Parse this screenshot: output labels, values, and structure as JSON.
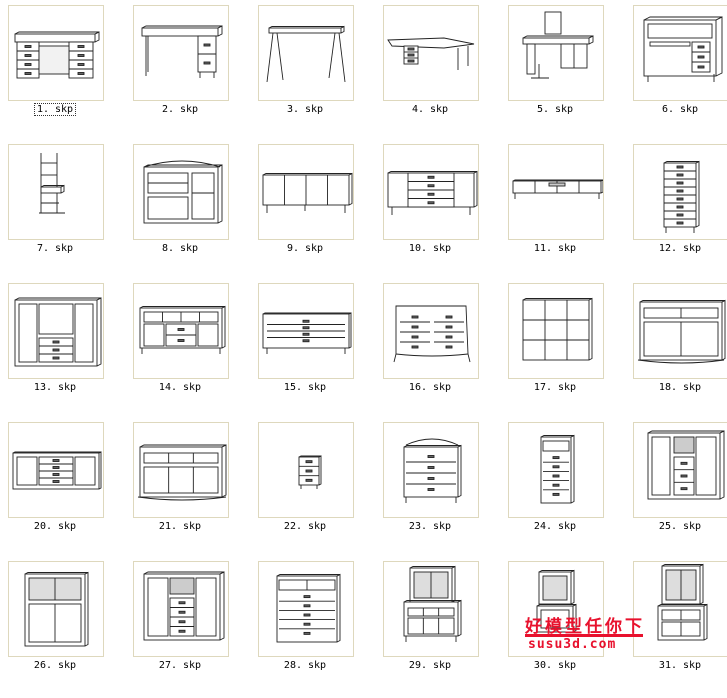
{
  "files": [
    {
      "label": "1. skp",
      "kind": "desk-drawers",
      "selected": true
    },
    {
      "label": "2. skp",
      "kind": "desk-cabinet"
    },
    {
      "label": "3. skp",
      "kind": "table-angled"
    },
    {
      "label": "4. skp",
      "kind": "corner-desk"
    },
    {
      "label": "5. skp",
      "kind": "computer-desk"
    },
    {
      "label": "6. skp",
      "kind": "workstation"
    },
    {
      "label": "7. skp",
      "kind": "tall-stand"
    },
    {
      "label": "8. skp",
      "kind": "hutch-open"
    },
    {
      "label": "9. skp",
      "kind": "sideboard-long"
    },
    {
      "label": "10. skp",
      "kind": "sideboard-drawers"
    },
    {
      "label": "11. skp",
      "kind": "tv-bench"
    },
    {
      "label": "12. skp",
      "kind": "tall-chest"
    },
    {
      "label": "13. skp",
      "kind": "media-cabinet"
    },
    {
      "label": "14. skp",
      "kind": "buffet"
    },
    {
      "label": "15. skp",
      "kind": "low-cabinet"
    },
    {
      "label": "16. skp",
      "kind": "dresser"
    },
    {
      "label": "17. skp",
      "kind": "cube-shelf"
    },
    {
      "label": "18. skp",
      "kind": "cabinet-doors"
    },
    {
      "label": "20. skp",
      "kind": "sideboard-center"
    },
    {
      "label": "21. skp",
      "kind": "buffet-wide"
    },
    {
      "label": "22. skp",
      "kind": "small-chest"
    },
    {
      "label": "23. skp",
      "kind": "chest-crown"
    },
    {
      "label": "24. skp",
      "kind": "tall-narrow"
    },
    {
      "label": "25. skp",
      "kind": "wardrobe-open"
    },
    {
      "label": "26. skp",
      "kind": "glass-cabinet"
    },
    {
      "label": "27. skp",
      "kind": "armoire"
    },
    {
      "label": "28. skp",
      "kind": "chest-wide"
    },
    {
      "label": "29. skp",
      "kind": "china-hutch"
    },
    {
      "label": "30. skp",
      "kind": "display-hutch"
    },
    {
      "label": "31. skp",
      "kind": "hutch-tall"
    }
  ],
  "watermark": {
    "title": "好模型任你下",
    "url": "susu3d.com",
    "color": "#e8112d"
  }
}
